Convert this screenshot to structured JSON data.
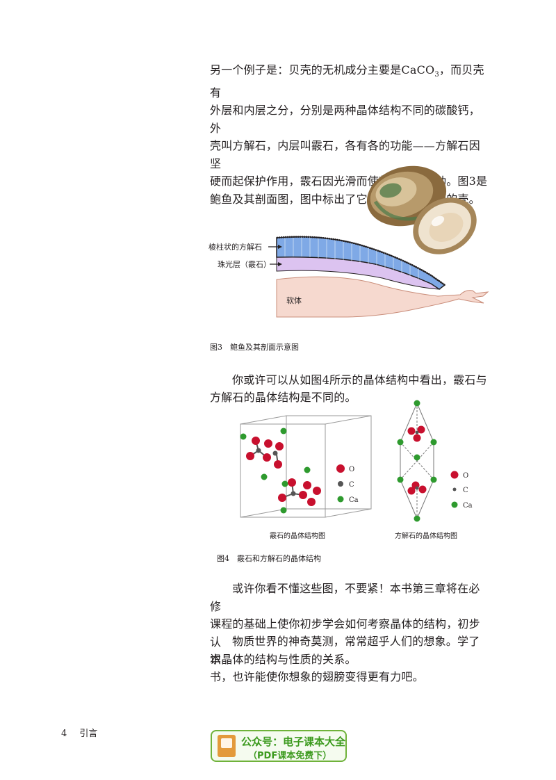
{
  "paragraphs": {
    "p1_line1": "另一个例子是：贝壳的无机成分主要是CaCO",
    "p1_sub": "3",
    "p1_line1_tail": "，而贝壳有",
    "p1_line2": "外层和内层之分，分别是两种晶体结构不同的碳酸钙，外",
    "p1_line3": "壳叫方解石，内层叫霰石，各有各的功能——方解石因坚",
    "p1_line4": "硬而起保护作用，霰石因光滑而使软体自由移动。图3是",
    "p1_line5": "鲍鱼及其剖面图，图中标出了它的两层不同结构的壳。",
    "p2_line1": "你或许可以从如图4所示的晶体结构中看出，霰石与",
    "p2_line2": "方解石的晶体结构是不同的。",
    "p3_line1": "或许你看不懂这些图，不要紧！本书第三章将在必修",
    "p3_line2": "课程的基础上使你初步学会如何考察晶体的结构，初步认",
    "p3_line3": "识晶体的结构与性质的关系。",
    "p4_line1": "物质世界的神奇莫测，常常超乎人们的想象。学了本",
    "p4_line2": "书，也许能使你想象的翅膀变得更有力吧。"
  },
  "figure3": {
    "label_calcite": "棱柱状的方解石",
    "label_aragonite": "珠光层（霰石）",
    "label_soft": "软体",
    "caption": "图3　鲍鱼及其剖面示意图"
  },
  "figure4": {
    "left_title": "霰石的晶体结构图",
    "right_title": "方解石的晶体结构图",
    "legend": [
      "O",
      "C",
      "Ca"
    ],
    "caption": "图4　霰石和方解石的晶体结构"
  },
  "footer": {
    "page_number": "4",
    "chapter": "引言",
    "banner_line1": "公众号：电子课本大全",
    "banner_line2": "（PDF课本免费下）"
  },
  "colors": {
    "oxygen": "#c8102e",
    "carbon": "#555555",
    "calcium": "#2e9a2e",
    "calcite_layer": "#7fa9e6",
    "nacre_layer": "#dcc3f0",
    "soft_body": "#f6d9cf",
    "banner_green": "#3c9a1e"
  }
}
